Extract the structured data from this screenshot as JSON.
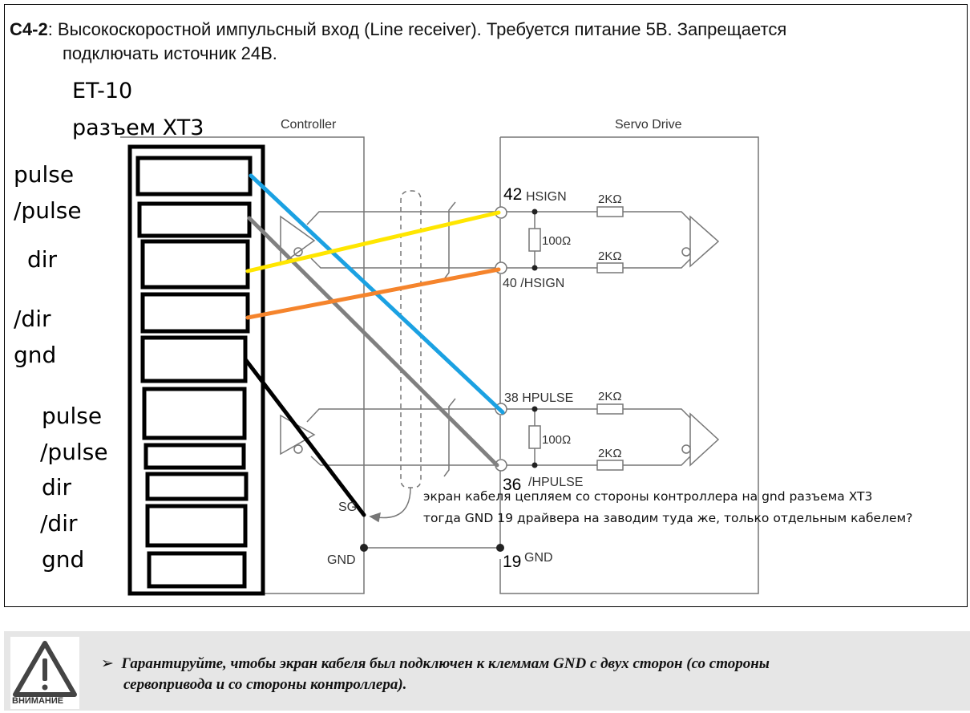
{
  "header": {
    "code": "C4-2",
    "line1": ": Высокоскоростной импульсный вход (Line receiver). Требуется питание 5В. Запрещается",
    "line2": "подключать источник 24В."
  },
  "connector": {
    "title": "ET-10",
    "subtitle": "разъем XT3",
    "group1": [
      "pulse",
      "/pulse",
      "dir",
      "/dir",
      "gnd"
    ],
    "group2": [
      "pulse",
      "/pulse",
      "dir",
      "/dir",
      "gnd"
    ]
  },
  "diagram": {
    "controller_label": "Controller",
    "servo_label": "Servo Drive",
    "pins": {
      "p42_num": "42",
      "p42_name": "HSIGN",
      "p40": "40 /HSIGN",
      "p38": "38 HPULSE",
      "p36_num": "36",
      "p36_name": "/HPULSE",
      "p19_num": "19",
      "p19_name": "GND"
    },
    "resistors": {
      "r2k": "2KΩ",
      "r100": "100Ω"
    },
    "sg_label": "SG",
    "gnd_label": "GND",
    "wires": [
      {
        "from": "pulse",
        "to": "38 HPULSE",
        "color": "#1ba1e2"
      },
      {
        "from": "/pulse",
        "to": "36 /HPULSE",
        "color": "#808080"
      },
      {
        "from": "dir",
        "to": "42 HSIGN",
        "color": "#ffe600"
      },
      {
        "from": "/dir",
        "to": "40 /HSIGN",
        "color": "#f5842c"
      },
      {
        "from": "gnd",
        "to": "SG",
        "color": "#000000"
      }
    ]
  },
  "note": {
    "line1": "экран кабеля цепляем со стороны контроллера на gnd разъема XT3",
    "line2": "тогда GND 19 драйвера на заводим туда же, только отдельным кабелем?"
  },
  "caution": {
    "icon_label": "ВНИМАНИЕ",
    "bullet": "➢",
    "line1": "Гарантируйте, чтобы экран кабеля был подключен к клеммам GND с двух сторон (со стороны",
    "line2": "сервопривода и со стороны контроллера)."
  }
}
